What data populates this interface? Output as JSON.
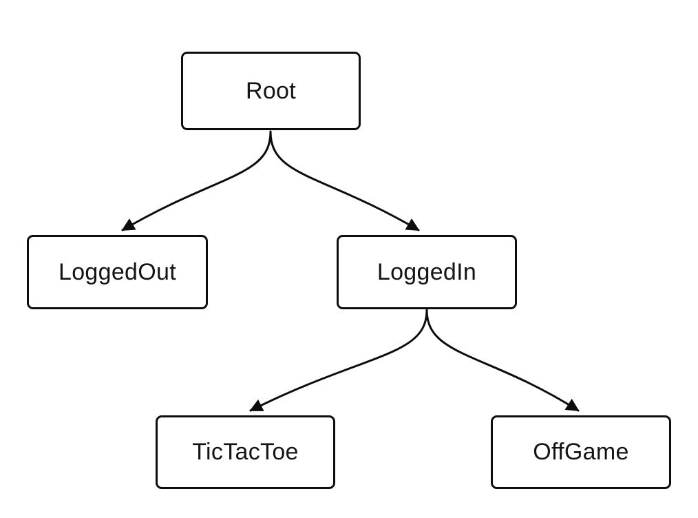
{
  "diagram": {
    "type": "state-tree",
    "background_color": "#ffffff",
    "node_fill_color": "#ffffff",
    "node_border_color": "#0d0d0d",
    "line_color": "#0d0d0d",
    "text_color": "#141414",
    "nodes": [
      {
        "id": "root",
        "label": "Root",
        "level": 0
      },
      {
        "id": "loggedOut",
        "label": "LoggedOut",
        "level": 1
      },
      {
        "id": "loggedIn",
        "label": "LoggedIn",
        "level": 1
      },
      {
        "id": "ticTacToe",
        "label": "TicTacToe",
        "level": 2
      },
      {
        "id": "offGame",
        "label": "OffGame",
        "level": 2
      }
    ],
    "edges": [
      {
        "from": "Root",
        "to": "LoggedOut",
        "arrow": "filled-triangle"
      },
      {
        "from": "Root",
        "to": "LoggedIn",
        "arrow": "filled-triangle"
      },
      {
        "from": "LoggedIn",
        "to": "TicTacToe",
        "arrow": "filled-triangle"
      },
      {
        "from": "LoggedIn",
        "to": "OffGame",
        "arrow": "filled-triangle"
      }
    ]
  }
}
